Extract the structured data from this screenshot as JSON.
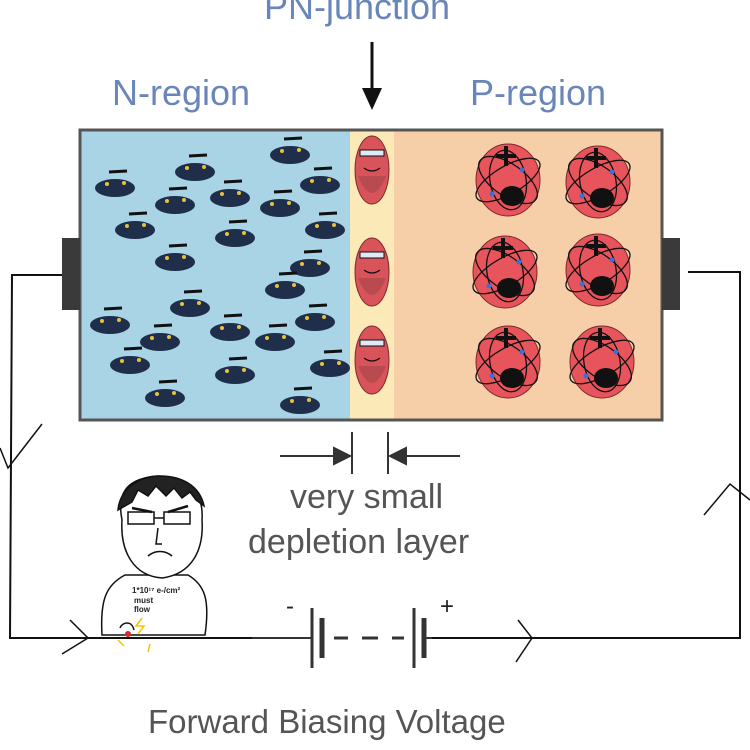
{
  "labels": {
    "pn_junction": "PN-junction",
    "n_region": "N-region",
    "p_region": "P-region",
    "depletion_line1": "very small",
    "depletion_line2": "depletion layer",
    "forward_voltage": "Forward Biasing Voltage",
    "minus": "-",
    "plus": "+"
  },
  "shirt_text": {
    "line1": "1*10¹⁷ e-/cm²",
    "line2": "must",
    "line3": "flow"
  },
  "colors": {
    "n_region_fill": "#a8d4e6",
    "p_region_fill": "#f6cfa9",
    "depletion_fill": "#fbe9b8",
    "label_blue": "#6a86b8",
    "electron_blob": "#1f2e4a",
    "hole_face": "#e8545c"
  }
}
